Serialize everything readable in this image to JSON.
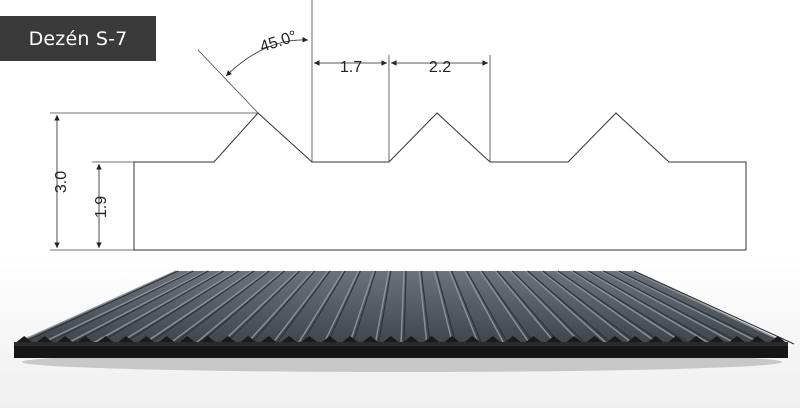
{
  "title": "Dezén S-7",
  "dimensions": {
    "angle": "45.0°",
    "groove_top_width": "1.7",
    "groove_pitch": "2.2",
    "total_thickness": "3.0",
    "base_thickness": "1.9"
  },
  "colors": {
    "badge_background": "#3a3a3a",
    "badge_text": "#ffffff",
    "drawing_line": "#333333",
    "mat_top": "#5a6168",
    "mat_edge": "#111111"
  }
}
